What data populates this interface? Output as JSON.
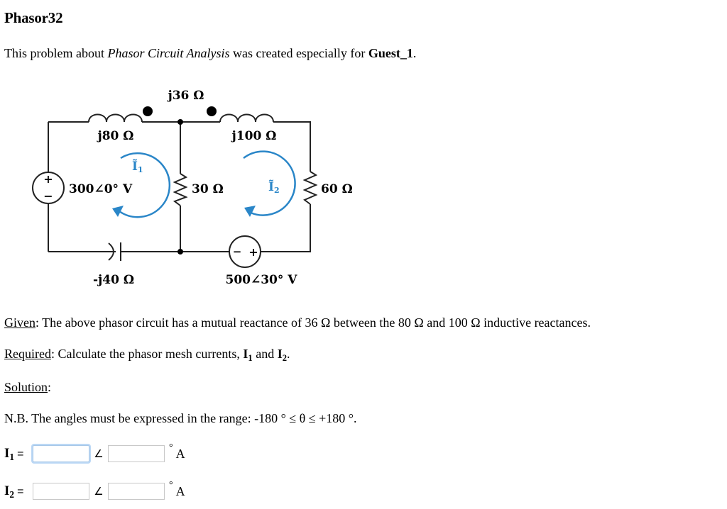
{
  "header": {
    "title": "Phasor32",
    "intro_prefix": "This problem about ",
    "intro_topic": "Phasor Circuit Analysis",
    "intro_middle": " was created especially for ",
    "intro_user": "Guest_1",
    "intro_suffix": "."
  },
  "circuit": {
    "mutual_label": "j36 Ω",
    "inductor1_label": "j80 Ω",
    "inductor2_label": "j100 Ω",
    "resistor1_label": "30 Ω",
    "resistor2_label": "60 Ω",
    "capacitor_label": "-j40 Ω",
    "source1_label": "300∠0° V",
    "source2_label": "500∠30° V",
    "mesh1_label": "Ĩ",
    "mesh1_sub": "1",
    "mesh2_label": "Ĩ",
    "mesh2_sub": "2",
    "plus": "+",
    "minus": "−",
    "mesh_color": "#2a86c8"
  },
  "problem": {
    "given_label": "Given",
    "given_text": ": The above phasor circuit has a mutual reactance of 36 Ω between the 80 Ω and 100 Ω inductive reactances.",
    "required_label": "Required",
    "required_text": ": Calculate the phasor mesh currents, ",
    "required_i": "I",
    "required_i1_sub": "1",
    "required_and": " and ",
    "required_i2_sub": "2",
    "required_end": ".",
    "solution_label": "Solution",
    "solution_colon": ":",
    "note": "N.B. The angles must be expressed in the range: -180 ° ≤ θ ≤ +180 °."
  },
  "answers": [
    {
      "symbol": "I",
      "sub": "1",
      "equals": "=",
      "magnitude_value": "",
      "angle_value": "",
      "angle_symbol": "∠",
      "degree": "°",
      "unit": "A",
      "focused": true
    },
    {
      "symbol": "I",
      "sub": "2",
      "equals": "=",
      "magnitude_value": "",
      "angle_value": "",
      "angle_symbol": "∠",
      "degree": "°",
      "unit": "A",
      "focused": false
    }
  ]
}
